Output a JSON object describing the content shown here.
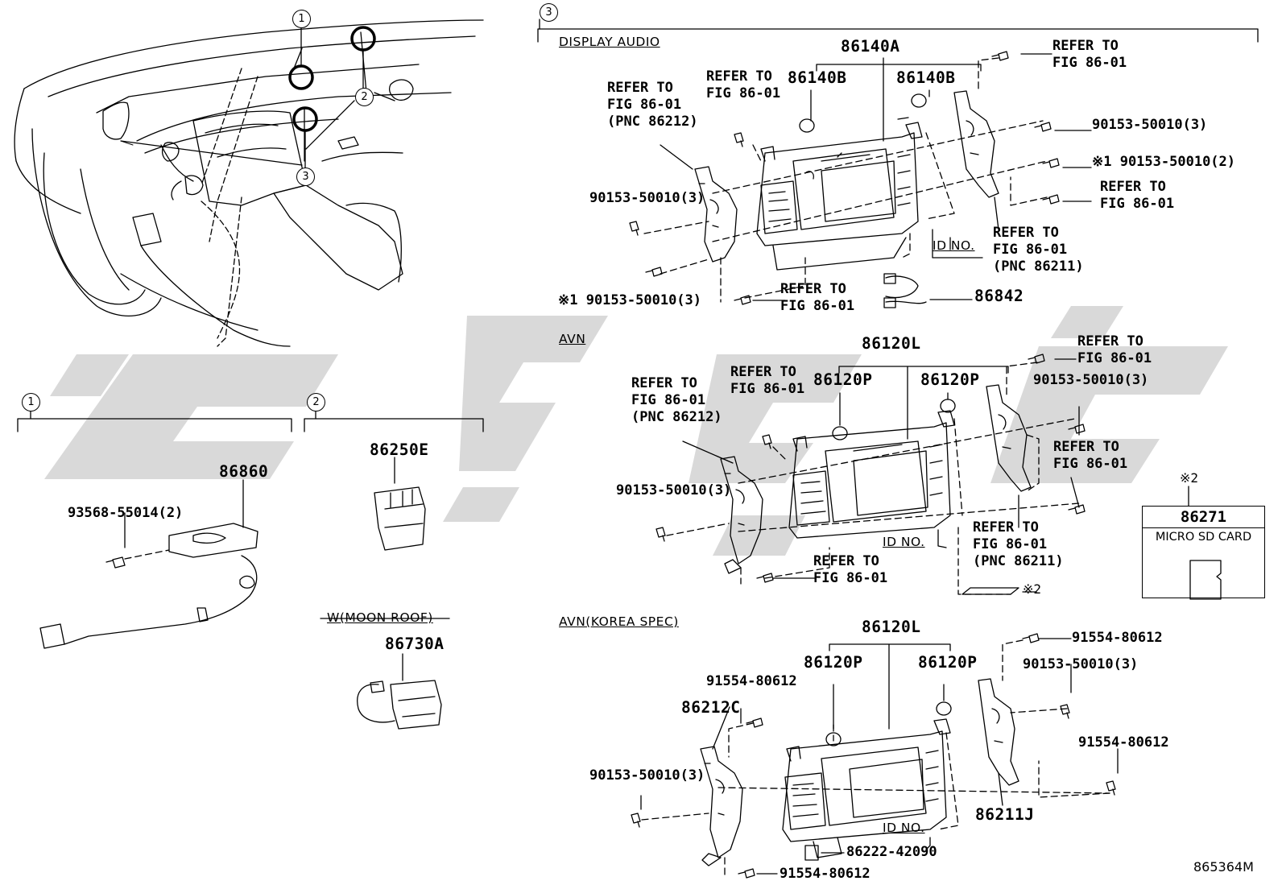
{
  "header": {
    "section_3_number": "3",
    "figure_code": "865364M"
  },
  "callouts": {
    "c1": "1",
    "c2": "2",
    "c3": "3",
    "c2_note": "※2"
  },
  "sections": {
    "display_audio": "DISPLAY AUDIO",
    "avn": "AVN",
    "avn_korea": "AVN(KOREA SPEC)",
    "moon_roof": "W(MOON ROOF)"
  },
  "display_audio": {
    "p86140A": "86140A",
    "p86140B_left": "86140B",
    "p86140B_right": "86140B",
    "ref_top_right": "REFER TO\nFIG 86-01",
    "ref_top_mid": "REFER TO\nFIG 86-01",
    "ref_left": "REFER TO\nFIG 86-01\n(PNC 86212)",
    "bolt_right_top": "90153-50010(3)",
    "bolt_right_2": "※1 90153-50010(2)",
    "ref_right_mid": "REFER TO\nFIG 86-01",
    "bolt_left": "90153-50010(3)",
    "id_no": "ID NO.",
    "ref_right_pnc": "REFER TO\nFIG 86-01\n(PNC 86211)",
    "bolt_bottom_left": "※1 90153-50010(3)",
    "ref_bottom": "REFER TO\nFIG 86-01",
    "p86842": "86842"
  },
  "avn": {
    "p86120L": "86120L",
    "p86120P_left": "86120P",
    "p86120P_right": "86120P",
    "ref_top_right": "REFER TO\nFIG 86-01",
    "ref_top_mid": "REFER TO\nFIG 86-01",
    "ref_left": "REFER TO\nFIG 86-01\n(PNC 86212)",
    "bolt_right": "90153-50010(3)",
    "ref_right_mid": "REFER TO\nFIG 86-01",
    "bolt_left": "90153-50010(3)",
    "id_no": "ID NO.",
    "ref_right_pnc": "REFER TO\nFIG 86-01\n(PNC 86211)",
    "ref_bottom": "REFER TO\nFIG 86-01"
  },
  "avn_korea": {
    "p86120L": "86120L",
    "p86120P_left": "86120P",
    "p86120P_right": "86120P",
    "bolt_top_right": "91554-80612",
    "bolt_right": "90153-50010(3)",
    "bolt_mid_left": "91554-80612",
    "p86212C": "86212C",
    "bolt_right_lower": "91554-80612",
    "bolt_left": "90153-50010(3)",
    "p86211J": "86211J",
    "id_no": "ID NO.",
    "p86222": "86222-42090",
    "bolt_bottom": "91554-80612"
  },
  "group1": {
    "p86860": "86860",
    "bolt": "93568-55014(2)"
  },
  "group2": {
    "p86250E": "86250E",
    "p86730A": "86730A"
  },
  "sd_card": {
    "part": "86271",
    "label": "MICRO SD CARD"
  },
  "colors": {
    "line": "#000000",
    "watermark": "#d9d9d9",
    "background": "#ffffff"
  }
}
